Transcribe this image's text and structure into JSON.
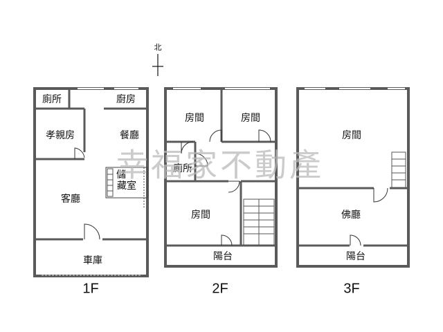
{
  "north": {
    "label": "北"
  },
  "watermark": "幸福家不動產",
  "floors": [
    {
      "name": "1F",
      "rooms": {
        "toilet": "廁所",
        "kitchen": "廚房",
        "parents_room": "孝親房",
        "dining": "餐廳",
        "storage_top": "儲",
        "storage_bottom": "藏室",
        "living": "客廳",
        "garage": "車庫"
      }
    },
    {
      "name": "2F",
      "rooms": {
        "room_left": "房間",
        "room_right": "房間",
        "toilet": "廁所",
        "room_main": "房間",
        "balcony": "陽台"
      }
    },
    {
      "name": "3F",
      "rooms": {
        "room": "房間",
        "buddha_hall": "佛廳",
        "balcony": "陽台"
      }
    }
  ]
}
